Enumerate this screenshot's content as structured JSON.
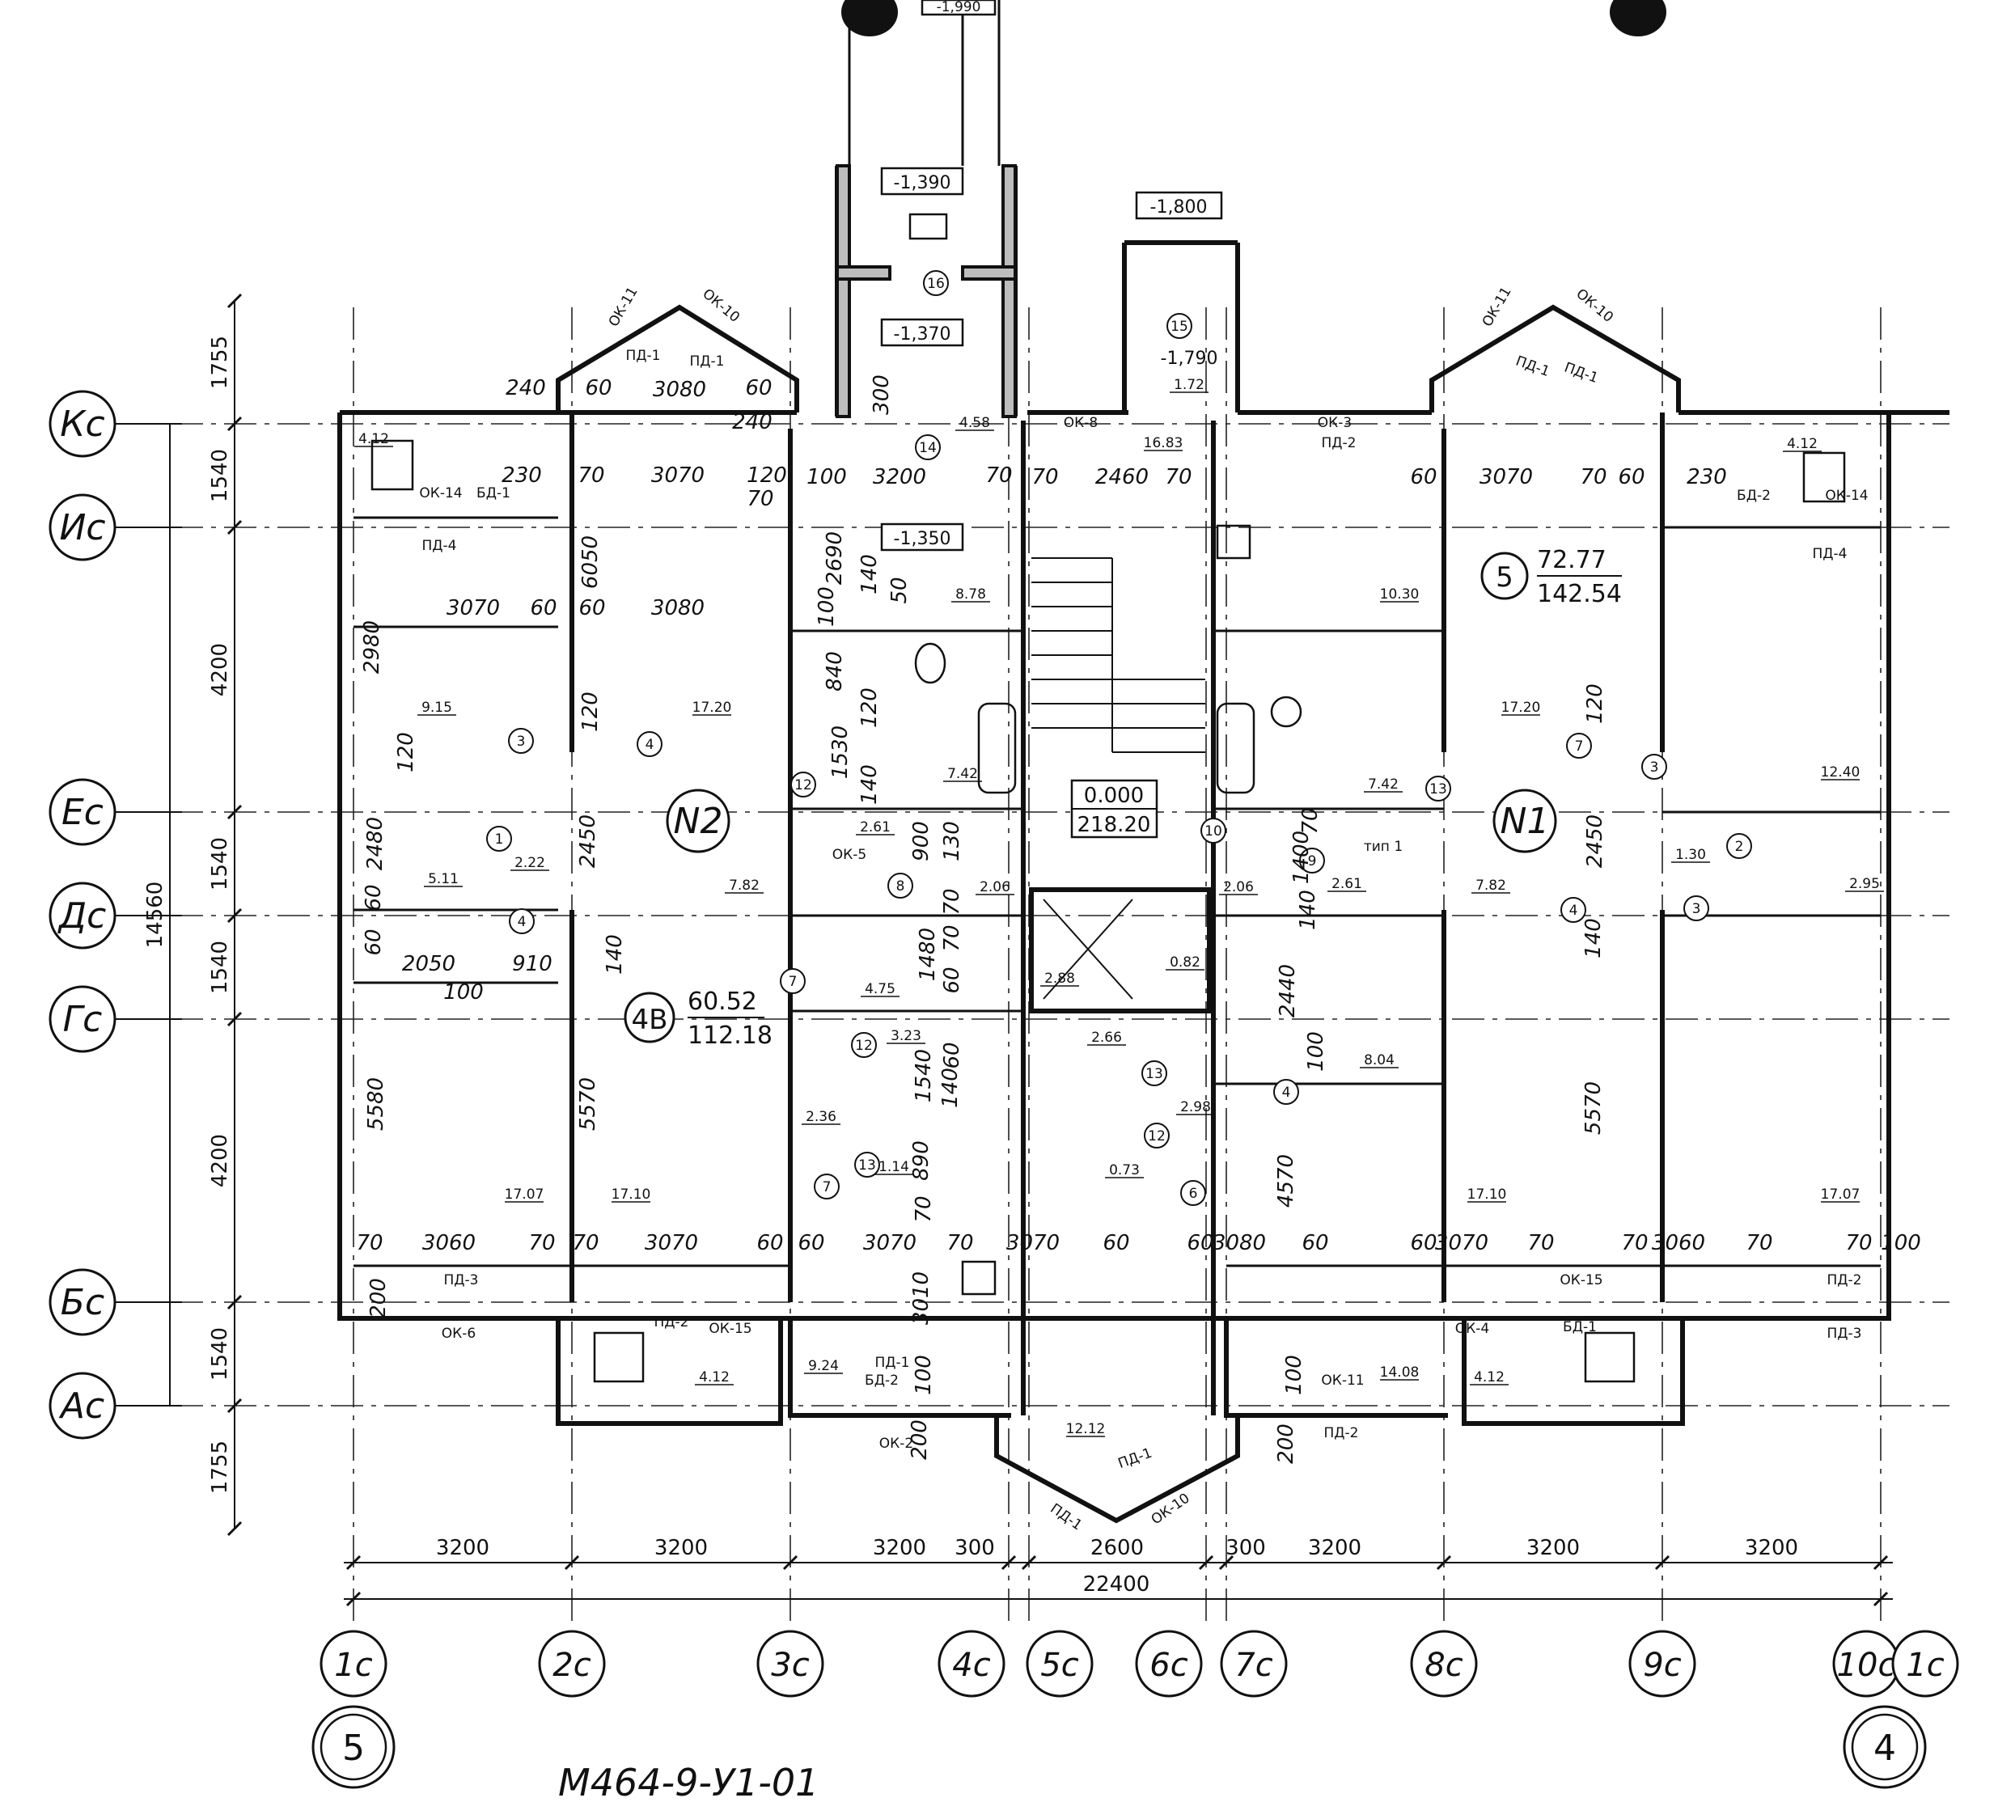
{
  "document": {
    "drawing_code": "М464-9-У1-01",
    "section_left": "5",
    "section_right": "4"
  },
  "axes": {
    "horizontal": [
      {
        "label": "Кс"
      },
      {
        "label": "Ис"
      },
      {
        "label": "Ес"
      },
      {
        "label": "Дс"
      },
      {
        "label": "Гс"
      },
      {
        "label": "Бс"
      },
      {
        "label": "Ас"
      }
    ],
    "vertical": [
      {
        "label": "1с"
      },
      {
        "label": "2с"
      },
      {
        "label": "3с"
      },
      {
        "label": "4с"
      },
      {
        "label": "5с"
      },
      {
        "label": "6с"
      },
      {
        "label": "7с"
      },
      {
        "label": "8с"
      },
      {
        "label": "9с"
      },
      {
        "label": "10с"
      },
      {
        "label": "1с"
      }
    ]
  },
  "dimensions": {
    "bottom_spans": [
      "3200",
      "3200",
      "3200",
      "300",
      "2600",
      "300",
      "3200",
      "3200",
      "3200"
    ],
    "bottom_total": "22400",
    "left_spans": [
      "1755",
      "1540",
      "4200",
      "1540",
      "1540",
      "4200",
      "1540",
      "1755"
    ],
    "left_total": "14560",
    "interior": [
      "240",
      "60",
      "3080",
      "60",
      "230",
      "70",
      "3070",
      "120",
      "3070",
      "60",
      "60",
      "3080",
      "2980",
      "120",
      "2480",
      "60",
      "60",
      "2050",
      "910",
      "100",
      "5580",
      "6050",
      "120",
      "2450",
      "140",
      "5570",
      "240",
      "70",
      "100",
      "3200",
      "70",
      "2690",
      "100",
      "140",
      "50",
      "300",
      "840",
      "120",
      "1530",
      "140",
      "900",
      "130",
      "1480",
      "70",
      "70",
      "60",
      "1540",
      "60",
      "140",
      "890",
      "70",
      "3010",
      "100",
      "200",
      "70",
      "2460",
      "70",
      "60",
      "3070",
      "70",
      "60",
      "230",
      "1400",
      "70",
      "140",
      "2440",
      "100",
      "4570",
      "100",
      "200",
      "120",
      "2450",
      "140",
      "5570",
      "70",
      "3060",
      "70",
      "70",
      "3070",
      "60",
      "60",
      "3070",
      "70",
      "3070",
      "60",
      "60",
      "3080",
      "60",
      "60",
      "3070",
      "70",
      "70",
      "3060",
      "70",
      "70",
      "100",
      "200"
    ]
  },
  "levels": [
    "-1,990",
    "-1,390",
    "-1,370",
    "-1,350",
    "-1,800",
    "-1,790",
    "0.000",
    "218.20"
  ],
  "apartments": [
    {
      "id": "N2"
    },
    {
      "id": "N1"
    },
    {
      "type": "4B",
      "living": "60.52",
      "total": "112.18"
    },
    {
      "type": "5",
      "living": "72.77",
      "total": "142.54"
    }
  ],
  "room_areas": [
    "4.12",
    "9.15",
    "17.20",
    "5.11",
    "2.22",
    "7.82",
    "17.07",
    "17.10",
    "4.12",
    "8.78",
    "7.42",
    "2.61",
    "2.06",
    "4.75",
    "3.23",
    "2.36",
    "1.14",
    "9.24",
    "4.58",
    "16.83",
    "1.72",
    "10.30",
    "2.88",
    "0.82",
    "2.06",
    "2.66",
    "2.98",
    "0.73",
    "12.12",
    "7.42",
    "2.61",
    "8.04",
    "14.08",
    "4.12",
    "17.20",
    "7.82",
    "17.10",
    "12.40",
    "1.30",
    "2.95",
    "17.07",
    "4.12"
  ],
  "element_marks": [
    "ОК-11",
    "ОК-10",
    "ПД-1",
    "ПД-1",
    "ОК-14",
    "БД-1",
    "ПД-4",
    "ОК-8",
    "ОК-3",
    "ПД-2",
    "ОК-11",
    "ОК-10",
    "ПД-1",
    "ПД-1",
    "БД-2",
    "ОК-14",
    "ПД-4",
    "ПД-3",
    "ОК-6",
    "ПД-2",
    "ОК-15",
    "БД-2",
    "ПД-1",
    "ОК-2",
    "ПД-1",
    "ПД-1",
    "ОК-10",
    "ОК-11",
    "ПД-2",
    "ОК-4",
    "БД-1",
    "ОК-15",
    "ПД-2",
    "ПД-3",
    "ОК-5",
    "тип 1",
    "тип 1"
  ],
  "room_markers": [
    "16",
    "15",
    "14",
    "3",
    "4",
    "1",
    "4",
    "12",
    "8",
    "7",
    "12",
    "13",
    "7",
    "10",
    "9",
    "13",
    "7",
    "3",
    "2",
    "3",
    "4",
    "13",
    "12",
    "4",
    "6"
  ]
}
